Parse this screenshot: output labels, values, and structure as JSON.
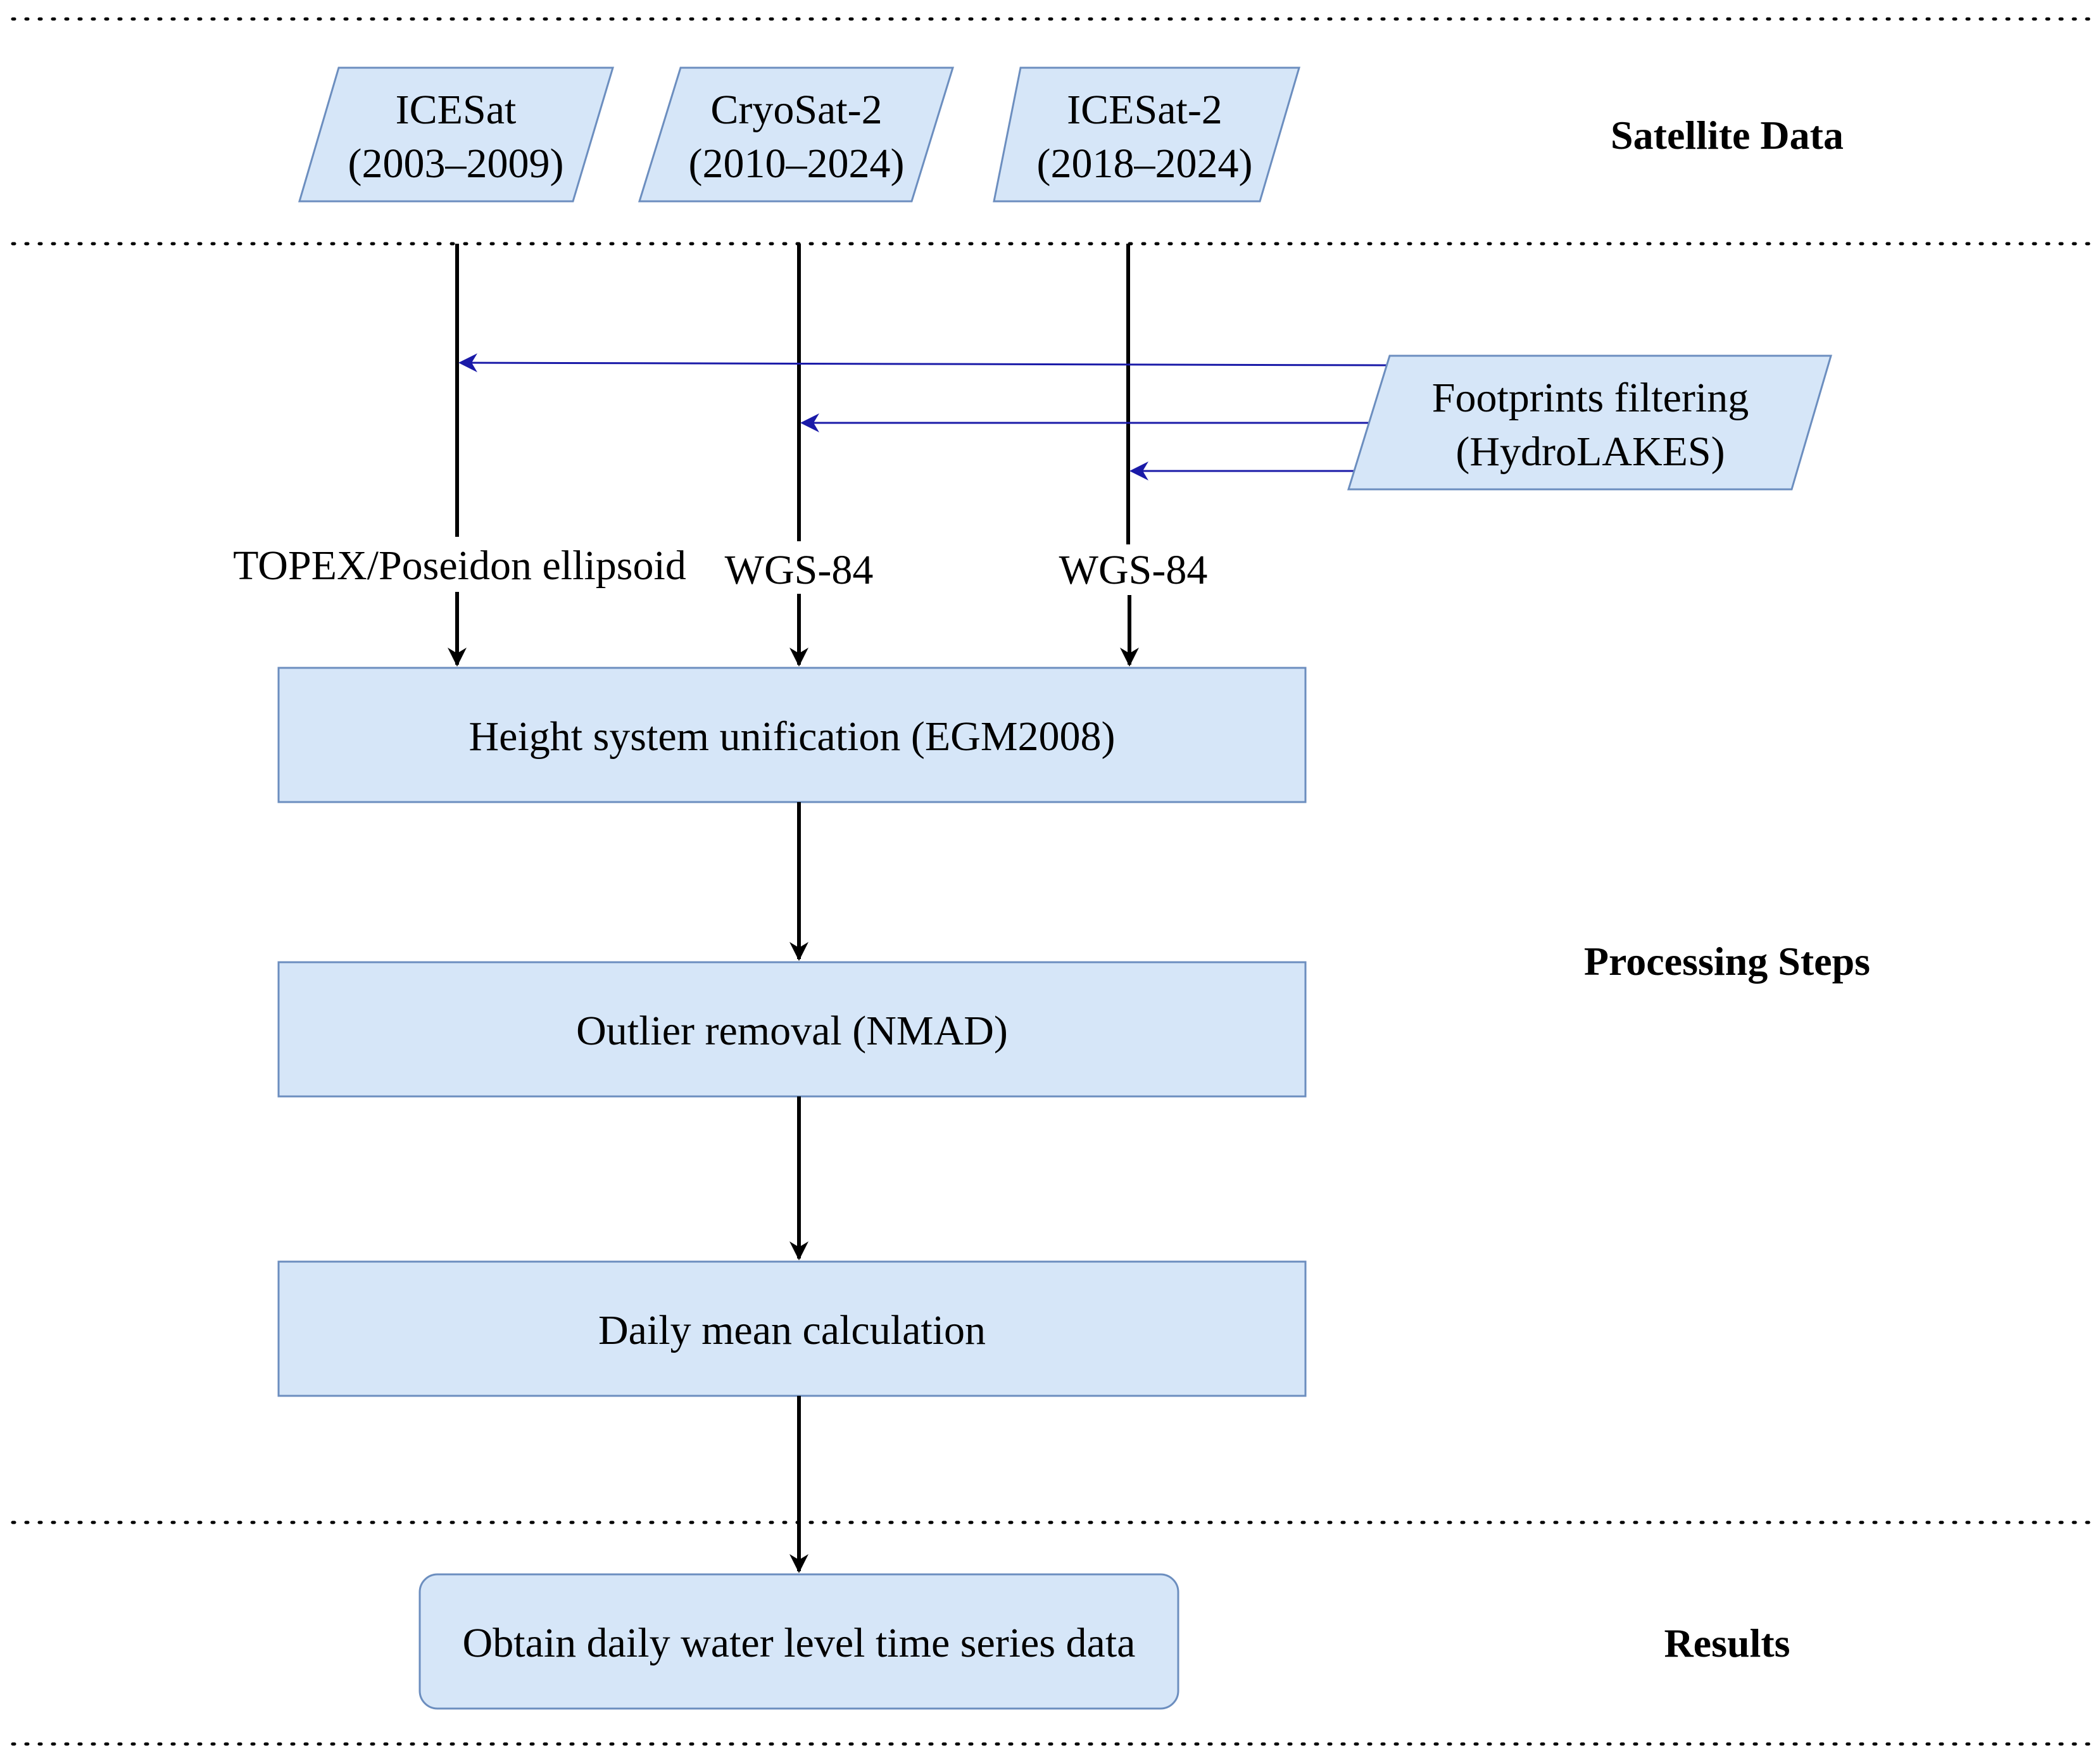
{
  "satellites": [
    {
      "name": "ICESat",
      "period": "(2003–2009)",
      "datum": "TOPEX/Poseidon ellipsoid"
    },
    {
      "name": "CryoSat-2",
      "period": "(2010–2024)",
      "datum": "WGS-84"
    },
    {
      "name": "ICESat-2",
      "period": "(2018–2024)",
      "datum": "WGS-84"
    }
  ],
  "filter": {
    "line1": "Footprints filtering",
    "line2": "(HydroLAKES)"
  },
  "steps": [
    "Height system unification (EGM2008)",
    "Outlier removal (NMAD)",
    "Daily mean calculation"
  ],
  "result": "Obtain daily water level time series data",
  "sections": {
    "satellite": "Satellite Data",
    "processing": "Processing Steps",
    "results": "Results"
  },
  "colors": {
    "box_fill": "#d6e6f8",
    "box_stroke": "#6c8ebf",
    "filter_arrow": "#1a1aa8"
  }
}
